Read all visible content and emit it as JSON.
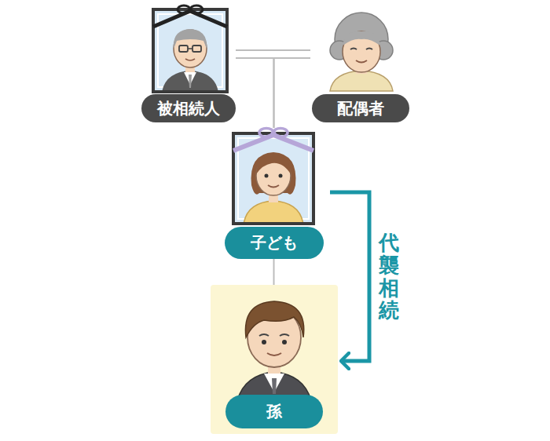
{
  "diagram": {
    "nodes": [
      {
        "text": [
          "被相続人"
        ]
      },
      {
        "text": [
          "配偶者"
        ]
      },
      {
        "text": [
          "子ども"
        ]
      },
      {
        "text": [
          "孫"
        ]
      }
    ],
    "edges": [
      {
        "from": 0,
        "to": 2,
        "arrow": "none"
      },
      {
        "from": 1,
        "to": 2,
        "arrow": "none"
      },
      {
        "from": 2,
        "to": 3,
        "arrow": "none"
      },
      {
        "from": 2,
        "to": 3,
        "label": "代襲相続",
        "arrow": "to"
      }
    ]
  }
}
